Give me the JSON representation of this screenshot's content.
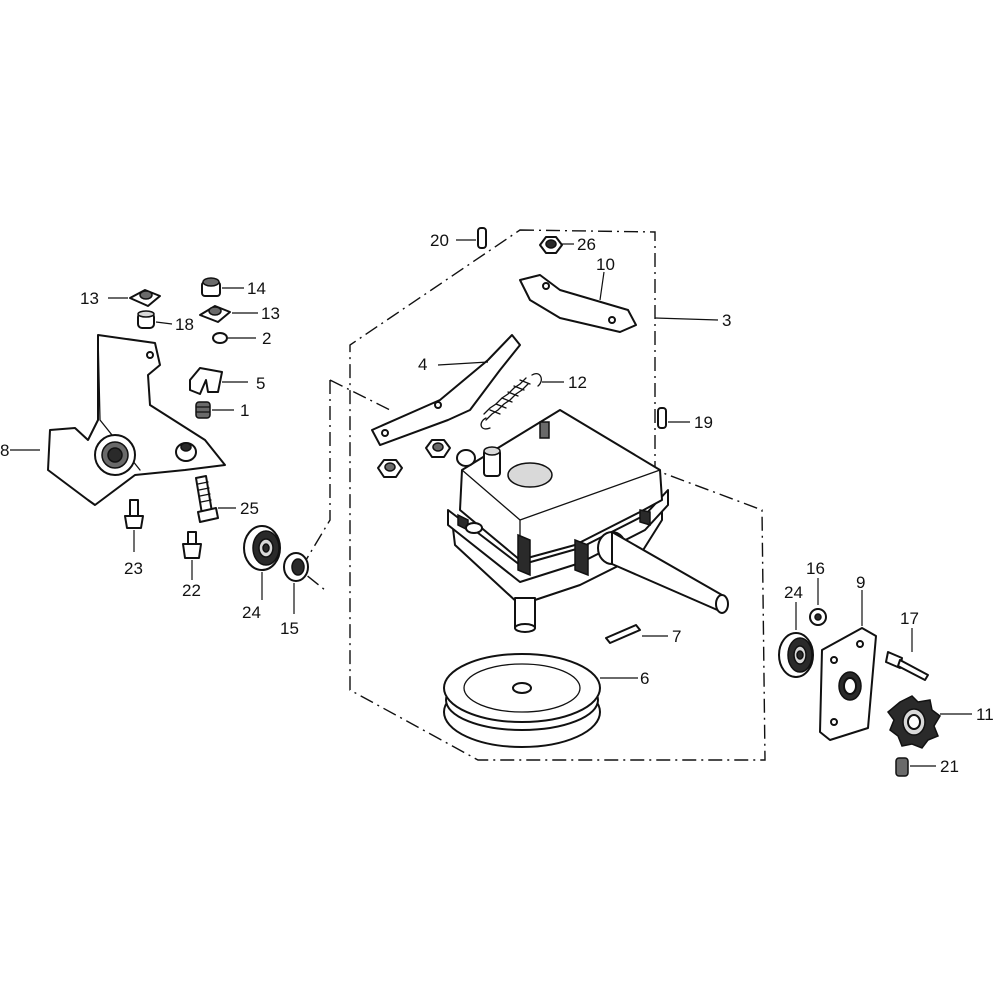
{
  "diagram": {
    "callouts": {
      "c1": "1",
      "c2": "2",
      "c3": "3",
      "c4": "4",
      "c5": "5",
      "c6": "6",
      "c7": "7",
      "c8": "8",
      "c9": "9",
      "c10": "10",
      "c11": "11",
      "c12": "12",
      "c13a": "13",
      "c13b": "13",
      "c14": "14",
      "c15": "15",
      "c16": "16",
      "c17": "17",
      "c18": "18",
      "c19": "19",
      "c20": "20",
      "c21": "21",
      "c22": "22",
      "c23": "23",
      "c24a": "24",
      "c24b": "24",
      "c25": "25",
      "c26": "26"
    }
  }
}
